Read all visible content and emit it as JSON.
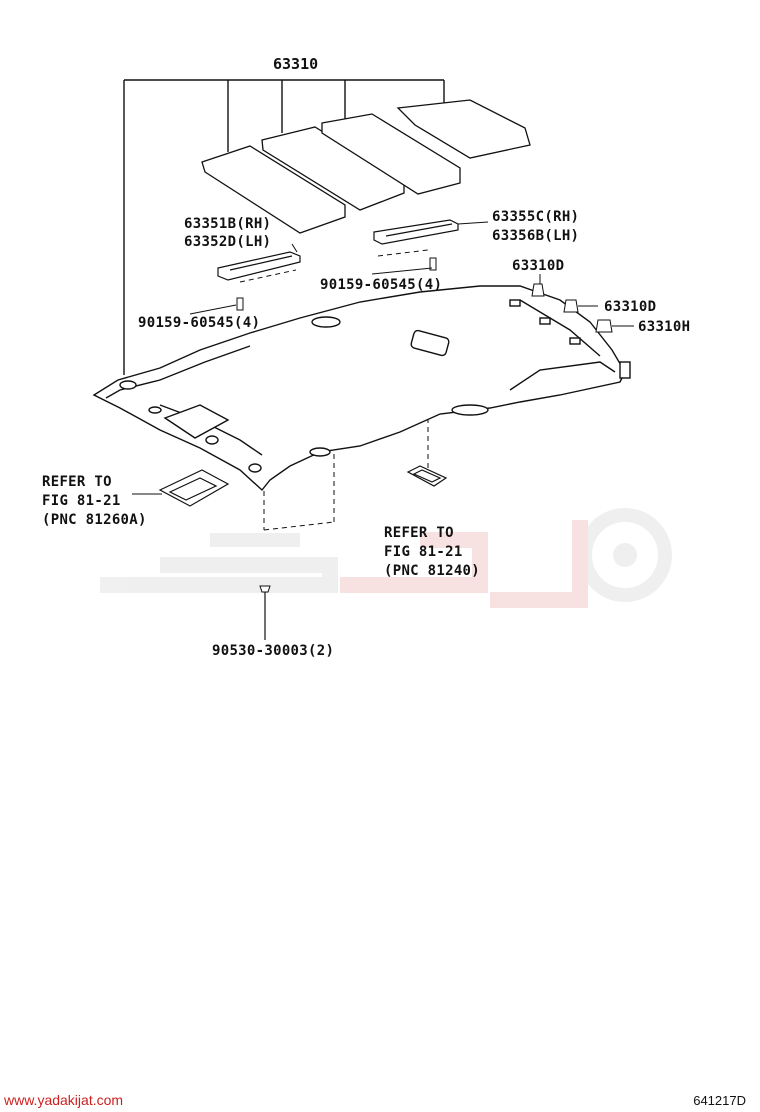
{
  "diagram": {
    "code": "641217D",
    "labels": {
      "main_part": "63310",
      "left_visor_rh": "63351B(RH)",
      "left_visor_lh": "63352D(LH)",
      "right_visor_rh": "63355C(RH)",
      "right_visor_lh": "63356B(LH)",
      "screw_upper": "90159-60545(4)",
      "screw_left": "90159-60545(4)",
      "clip_d1": "63310D",
      "clip_d2": "63310D",
      "clip_h": "63310H",
      "clip_bottom": "90530-30003(2)",
      "ref_left": [
        "REFER TO",
        "FIG 81-21",
        "(PNC 81260A)"
      ],
      "ref_right": [
        "REFER TO",
        "FIG 81-21",
        "(PNC 81240)"
      ]
    }
  },
  "watermark": {
    "site_url": "www.yadakijat.com",
    "color": "#cc2020"
  }
}
